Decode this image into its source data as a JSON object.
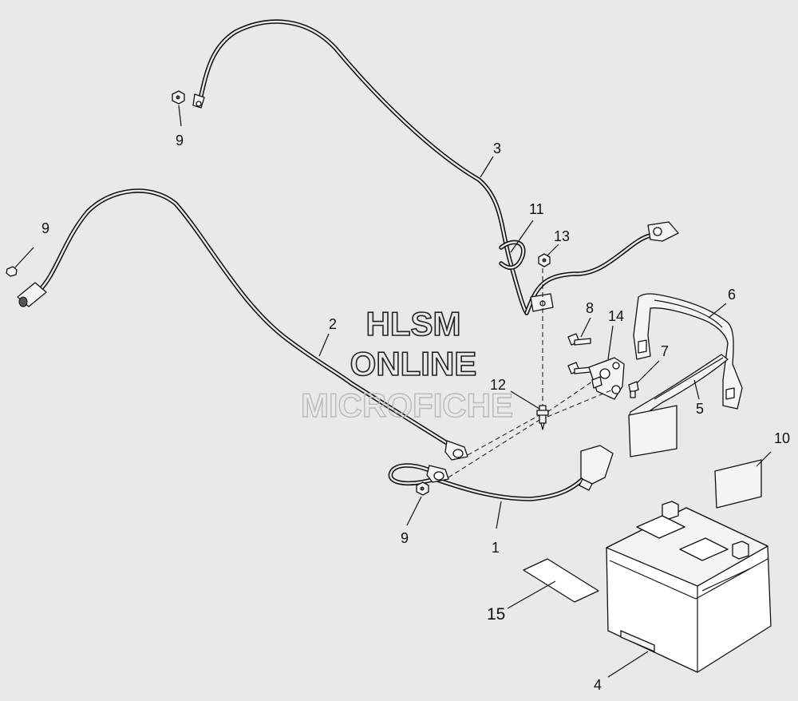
{
  "watermark": {
    "line1": "HLSM",
    "line2": "ONLINE",
    "line3": "MICROFICHE"
  },
  "callouts": {
    "c1": "1",
    "c2": "2",
    "c3": "3",
    "c4": "4",
    "c5": "5",
    "c6": "6",
    "c7": "7",
    "c8": "8",
    "c9a": "9",
    "c9b": "9",
    "c9c": "9",
    "c10": "10",
    "c11": "11",
    "c12": "12",
    "c13": "13",
    "c14": "14",
    "c15": "15"
  }
}
